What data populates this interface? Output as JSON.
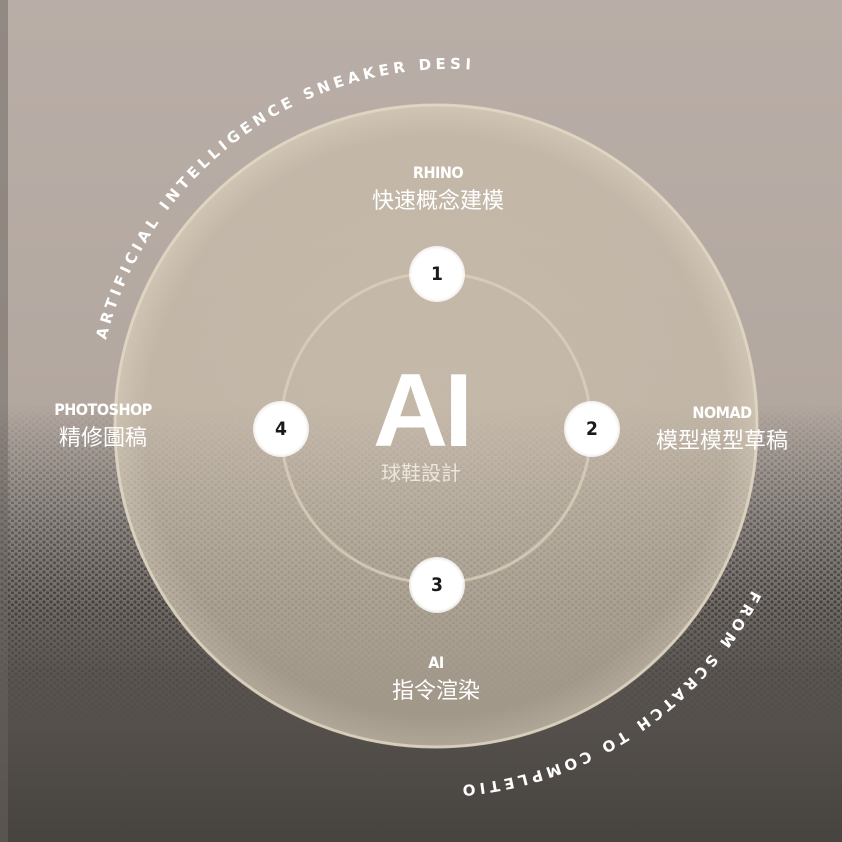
{
  "colors": {
    "top_bg": "#b9aea7",
    "bottom_bg": "#47433f",
    "disc": "#c8bca9",
    "ring": "#ddd2bd",
    "text": "#ffffff"
  },
  "curved_text": {
    "top": "ARTIFICIAL INTELLIGENCE SNEAKER DESIGN",
    "bottom": "FROM SCRATCH TO COMPLETION"
  },
  "center": {
    "title": "AI",
    "subtitle": "球鞋設計"
  },
  "steps": [
    {
      "number": "1",
      "tool": "RHINO",
      "desc": "快速概念建模"
    },
    {
      "number": "2",
      "tool": "NOMAD",
      "desc": "模型模型草稿"
    },
    {
      "number": "3",
      "tool": "AI",
      "desc": "指令渲染"
    },
    {
      "number": "4",
      "tool": "PHOTOSHOP",
      "desc": "精修圖稿"
    }
  ]
}
